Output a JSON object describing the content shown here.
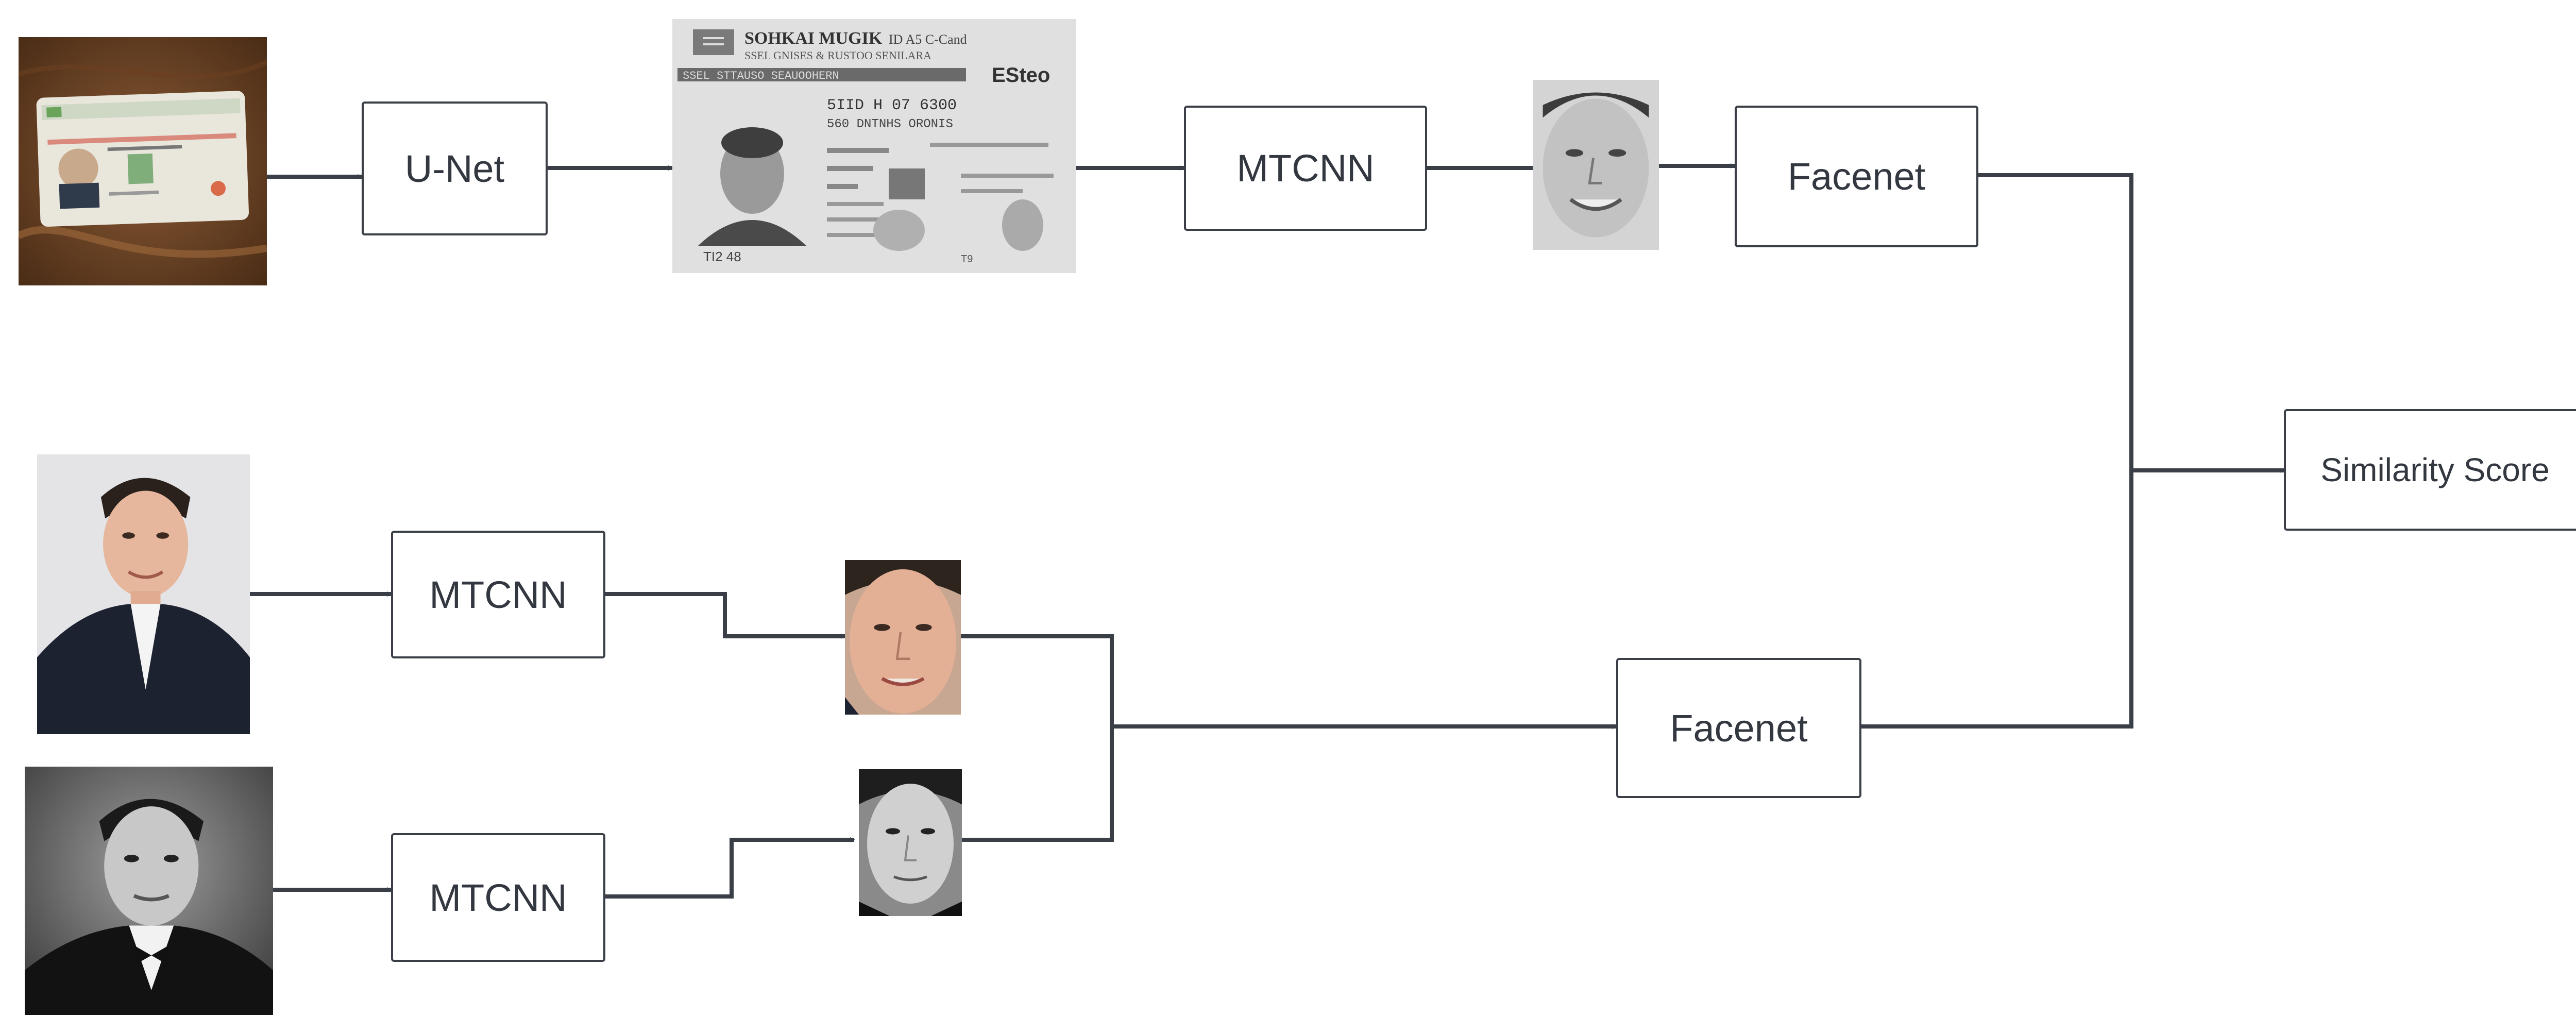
{
  "nodes": {
    "unet": "U-Net",
    "mtcnn_top": "MTCNN",
    "facenet_top": "Facenet",
    "mtcnn_mid": "MTCNN",
    "mtcnn_bot": "MTCNN",
    "facenet_bot": "Facenet",
    "similarity": "Similarity Score"
  },
  "id_card": {
    "line1": "SOHKAI MUGIK",
    "line2": "ID A5 C-Cand",
    "line3": "SSEL GNISES & RUSTOO  SENILARA",
    "line4": "SSEL STTAUSO  SEAUOOHERN",
    "line5": "5IID H 07 6300",
    "line6": "560  DNTNHS ORONIS",
    "code": "ESteo",
    "footer": "TI2 48",
    "footer_right": "T9"
  },
  "colors": {
    "stroke": "#3a3f47",
    "text": "#333840"
  }
}
